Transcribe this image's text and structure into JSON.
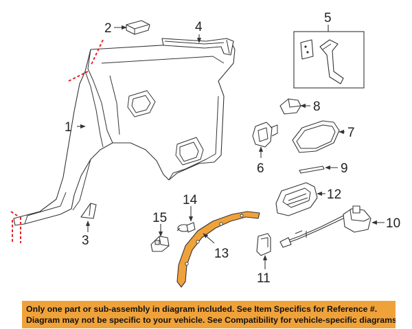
{
  "callouts": {
    "c1": "1",
    "c2": "2",
    "c3": "3",
    "c4": "4",
    "c5": "5",
    "c6": "6",
    "c7": "7",
    "c8": "8",
    "c9": "9",
    "c10": "10",
    "c11": "11",
    "c12": "12",
    "c13": "13",
    "c14": "14",
    "c15": "15"
  },
  "highlighted_part": "13",
  "colors": {
    "highlight": "#f0a23a",
    "cut_line": "#e8202a",
    "notice_bg": "#f0a23a"
  },
  "notice": {
    "line1": "Only one part or sub-assembly in diagram included. See Item Specifics for Reference #.",
    "line2": "Diagram may not be specific to your vehicle. See Compatibility for vehicle-specific diagrams."
  }
}
